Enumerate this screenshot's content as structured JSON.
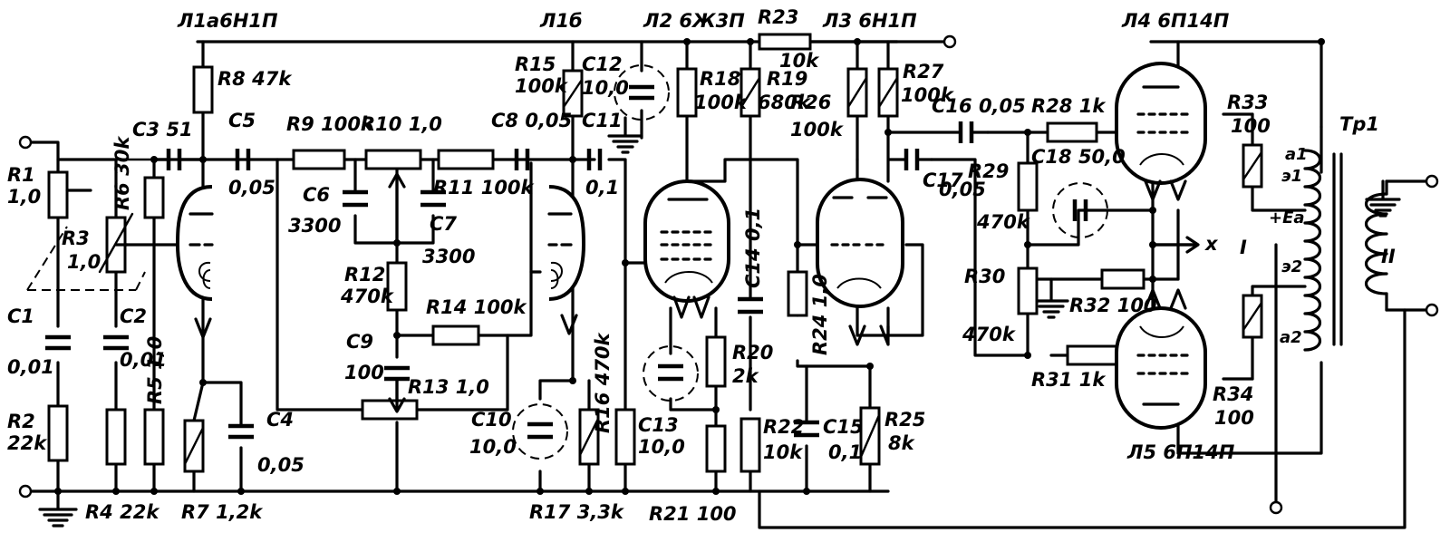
{
  "tubes": {
    "l1a": "Л1а6Н1П",
    "l1b": "Л1б",
    "l2": "Л2 6Ж3П",
    "l3": "Л3 6Н1П",
    "l4": "Л4 6П14П",
    "l5": "Л5 6П14П"
  },
  "resistors": {
    "r1": [
      "R1",
      "1,0"
    ],
    "r2": [
      "R2",
      "22k"
    ],
    "r3": [
      "R3",
      "1,0"
    ],
    "r4": "R4 22k",
    "r5": "R5 1,0",
    "r6": "R6 30k",
    "r7": "R7 1,2k",
    "r8": "R8 47k",
    "r9": "R9 100k",
    "r10": "R10 1,0",
    "r11": "R11 100k",
    "r12": [
      "R12",
      "470k"
    ],
    "r13": "R13 1,0",
    "r14": "R14 100k",
    "r15": [
      "R15",
      "100k"
    ],
    "r16": "R16 470k",
    "r17": "R17 3,3k",
    "r18": [
      "R18",
      "100k"
    ],
    "r19": [
      "R19",
      "680k"
    ],
    "r20": [
      "R20",
      "2k"
    ],
    "r21": "R21 100",
    "r22": [
      "R22",
      "10k"
    ],
    "r23": [
      "R23",
      "10k"
    ],
    "r24": "R24 1,0",
    "r25": [
      "R25",
      "8k"
    ],
    "r26": [
      "R26",
      "100k"
    ],
    "r27": [
      "R27",
      "100k"
    ],
    "r28": "R28 1k",
    "r29": [
      "R29",
      "470k"
    ],
    "r30": [
      "R30",
      "470k"
    ],
    "r31": "R31 1k",
    "r32": "R32 100",
    "r33": [
      "R33",
      "100"
    ],
    "r34": [
      "R34",
      "100"
    ]
  },
  "capacitors": {
    "c1": [
      "C1",
      "0,01"
    ],
    "c2": [
      "C2",
      "0,01"
    ],
    "c3": "C3 51",
    "c4": [
      "C4",
      "0,05"
    ],
    "c5": [
      "C5",
      "0,05"
    ],
    "c6": [
      "C6",
      "3300"
    ],
    "c7": [
      "C7",
      "3300"
    ],
    "c8": "C8 0,05",
    "c9": [
      "C9",
      "100"
    ],
    "c10": [
      "C10",
      "10,0"
    ],
    "c11": [
      "C11",
      "0,1"
    ],
    "c12": [
      "C12",
      "10,0"
    ],
    "c13": [
      "C13",
      "10,0"
    ],
    "c14": "C14 0,1",
    "c15": [
      "C15",
      "0,1"
    ],
    "c16": "C16 0,05",
    "c17": [
      "C17",
      "0,05"
    ],
    "c18": "C18 50,0"
  },
  "transformer": {
    "name": "Tp1",
    "primary": "I",
    "secondary": "II",
    "a1": "a1",
    "e1": "э1",
    "ea": "+Ea",
    "e2": "э2",
    "a2": "a2"
  },
  "node_x": "x"
}
